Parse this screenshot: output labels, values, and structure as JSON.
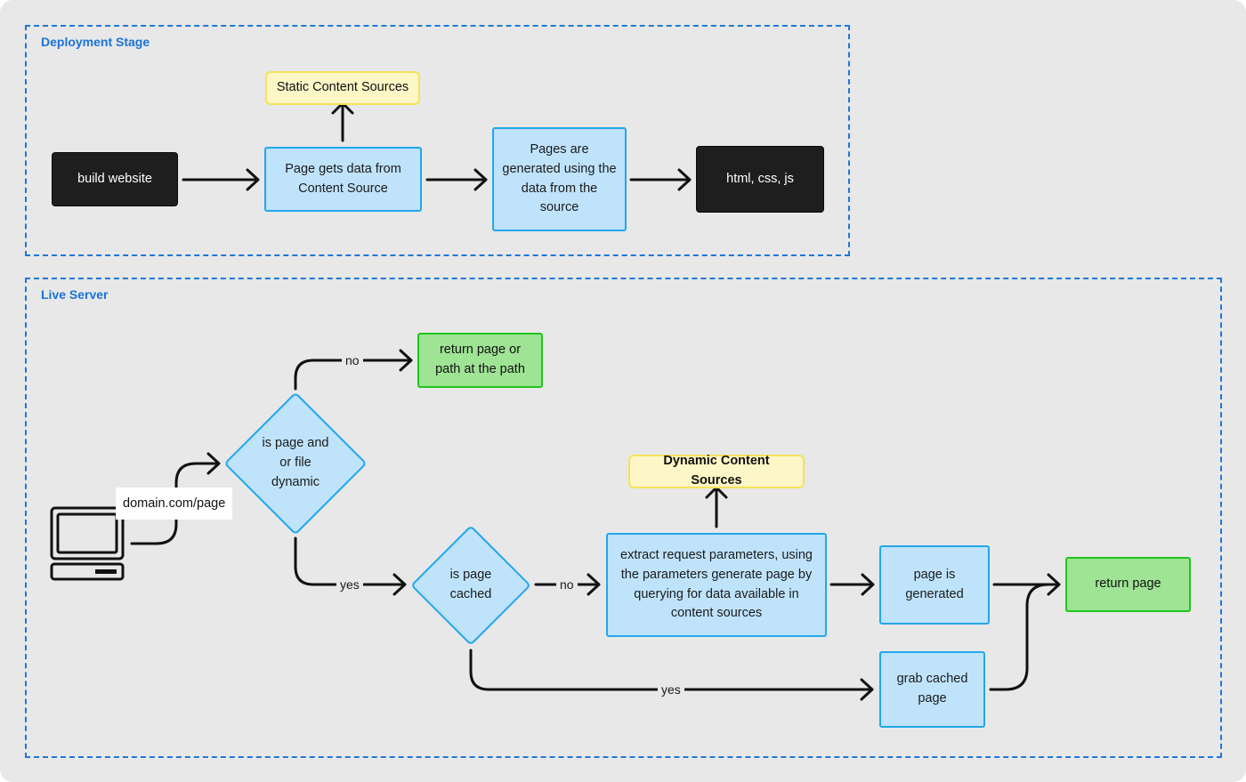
{
  "frames": {
    "deployment": {
      "title": "Deployment Stage"
    },
    "live": {
      "title": "Live Server"
    }
  },
  "nodes": {
    "build_website": "build website",
    "static_sources": "Static Content Sources",
    "page_gets_data": "Page gets data from Content Source",
    "pages_generated": "Pages are generated using the data from the source",
    "html_css_js": "html, css, js",
    "return_page_path": "return page or path at the path",
    "is_dynamic": "is page and or file dynamic",
    "is_cached": "is page cached",
    "dynamic_sources": "Dynamic Content Sources",
    "extract_params": "extract request parameters, using the parameters generate page by querying for data available in content sources",
    "page_generated": "page is generated",
    "return_page": "return page",
    "grab_cached": "grab cached page"
  },
  "request_url": "domain.com/page",
  "edge_labels": {
    "dynamic_no": "no",
    "dynamic_yes": "yes",
    "cached_no": "no",
    "cached_yes": "yes"
  },
  "icons": {
    "client": "computer-icon"
  },
  "colors": {
    "frame_border": "#1e78d8",
    "process_fill": "#bfe3fb",
    "process_border": "#22a7ec",
    "terminal_fill": "#1e1e1e",
    "source_fill": "#fdf6c6",
    "source_border": "#f6e25a",
    "result_fill": "#9fe395",
    "result_border": "#1fc61a"
  }
}
